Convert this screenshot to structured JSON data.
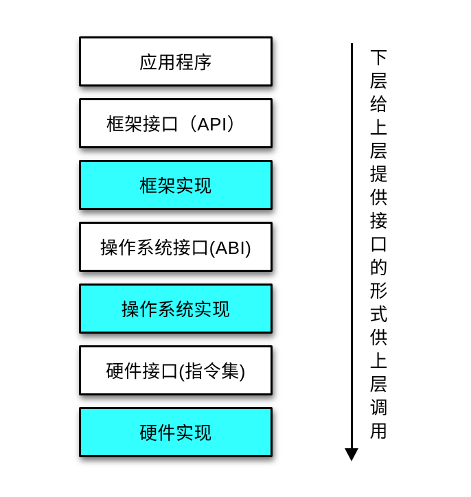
{
  "diagram": {
    "title_hint": "software-layer-stack",
    "layers": [
      {
        "label": "应用程序",
        "highlighted": false
      },
      {
        "label": "框架接口（API）",
        "highlighted": false
      },
      {
        "label": "框架实现",
        "highlighted": true
      },
      {
        "label": "操作系统接口(ABI)",
        "highlighted": false
      },
      {
        "label": "操作系统实现",
        "highlighted": true
      },
      {
        "label": "硬件接口(指令集)",
        "highlighted": false
      },
      {
        "label": "硬件实现",
        "highlighted": true
      }
    ],
    "annotation": "下层给上层提供接口的形式供上层调用",
    "colors": {
      "implementation_bg": "#33FFFF",
      "interface_bg": "#FFFFFF",
      "border": "#000000",
      "arrow": "#000000"
    }
  }
}
